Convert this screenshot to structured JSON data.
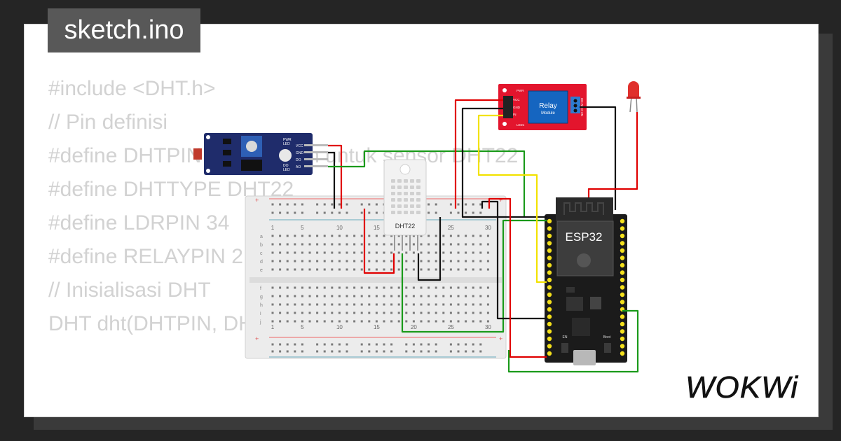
{
  "header": {
    "tab_title": "sketch.ino"
  },
  "code_lines": [
    "#include <DHT.h>",
    "",
    "// Pin definisi",
    "#define DHTPIN 4         // Pin untuk sensor DHT22",
    "#define DHTTYPE DHT22",
    "#define LDRPIN 34",
    "#define RELAYPIN 2",
    "",
    "// Inisialisasi DHT",
    "DHT dht(DHTPIN, DHTTYPE);"
  ],
  "components": {
    "relay": {
      "title": "Relay",
      "subtitle": "Module",
      "pin_pwr": "PWR",
      "pin_vcc": "VCC",
      "pin_gnd": "GND",
      "pin_in": "IN",
      "pin_led": "LED1",
      "side_label": "NC COM NO"
    },
    "dht": {
      "label": "DHT22"
    },
    "ldr": {
      "pin_vcc": "VCC",
      "pin_gnd": "GND",
      "pin_do": "DO",
      "pin_ao": "AO",
      "led_pwr_a": "PWR",
      "led_pwr_b": "LED",
      "led_do_a": "DO",
      "led_do_b": "LED"
    },
    "esp32": {
      "label": "ESP32",
      "boot_label": "Boot",
      "en_label": "EN"
    },
    "breadboard": {
      "col_labels": [
        "1",
        "5",
        "10",
        "15",
        "20",
        "25",
        "30"
      ],
      "row_labels_top": [
        "a",
        "b",
        "c",
        "d",
        "e"
      ],
      "row_labels_bottom": [
        "f",
        "g",
        "h",
        "i",
        "j"
      ]
    }
  },
  "brand": {
    "logo_text": "WOKWi"
  },
  "colors": {
    "wire_red": "#e00000",
    "wire_black": "#111111",
    "wire_green": "#1a9a1a",
    "wire_yellow": "#f2e200",
    "relay_red": "#e3152d",
    "ldr_blue": "#1f2c6b",
    "esp_black": "#1b1b1b",
    "pin_yellow": "#f4e01b"
  }
}
